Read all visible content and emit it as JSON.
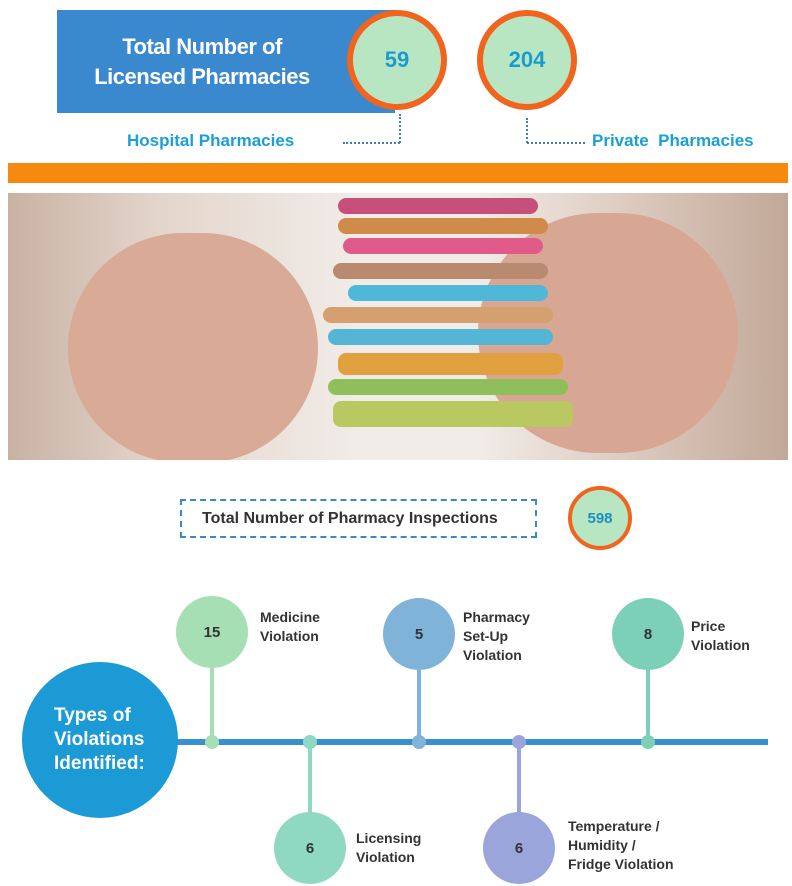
{
  "header": {
    "title": "Total Number of Licensed Pharmacies",
    "hospital": {
      "value": "59",
      "label": "Hospital Pharmacies"
    },
    "private": {
      "value": "204",
      "label": "Private  Pharmacies"
    }
  },
  "inspections": {
    "label": "Total Number of Pharmacy Inspections",
    "value": "598"
  },
  "violations": {
    "title": "Types of Violations Identified:",
    "items": [
      {
        "value": "15",
        "label": "Medicine\nViolation",
        "color": "#a6dfb4"
      },
      {
        "value": "6",
        "label": "Licensing\nViolation",
        "color": "#8fd9c2"
      },
      {
        "value": "5",
        "label": "Pharmacy\nSet-Up\nViolation",
        "color": "#7fb3d8"
      },
      {
        "value": "6",
        "label": "Temperature /\nHumidity /\nFridge Violation",
        "color": "#9aa5dc"
      },
      {
        "value": "8",
        "label": "Price\nViolation",
        "color": "#7cd0b8"
      }
    ]
  },
  "colors": {
    "accent_orange": "#f7890f",
    "blue": "#3a89cf",
    "ring": "#f0641e"
  }
}
